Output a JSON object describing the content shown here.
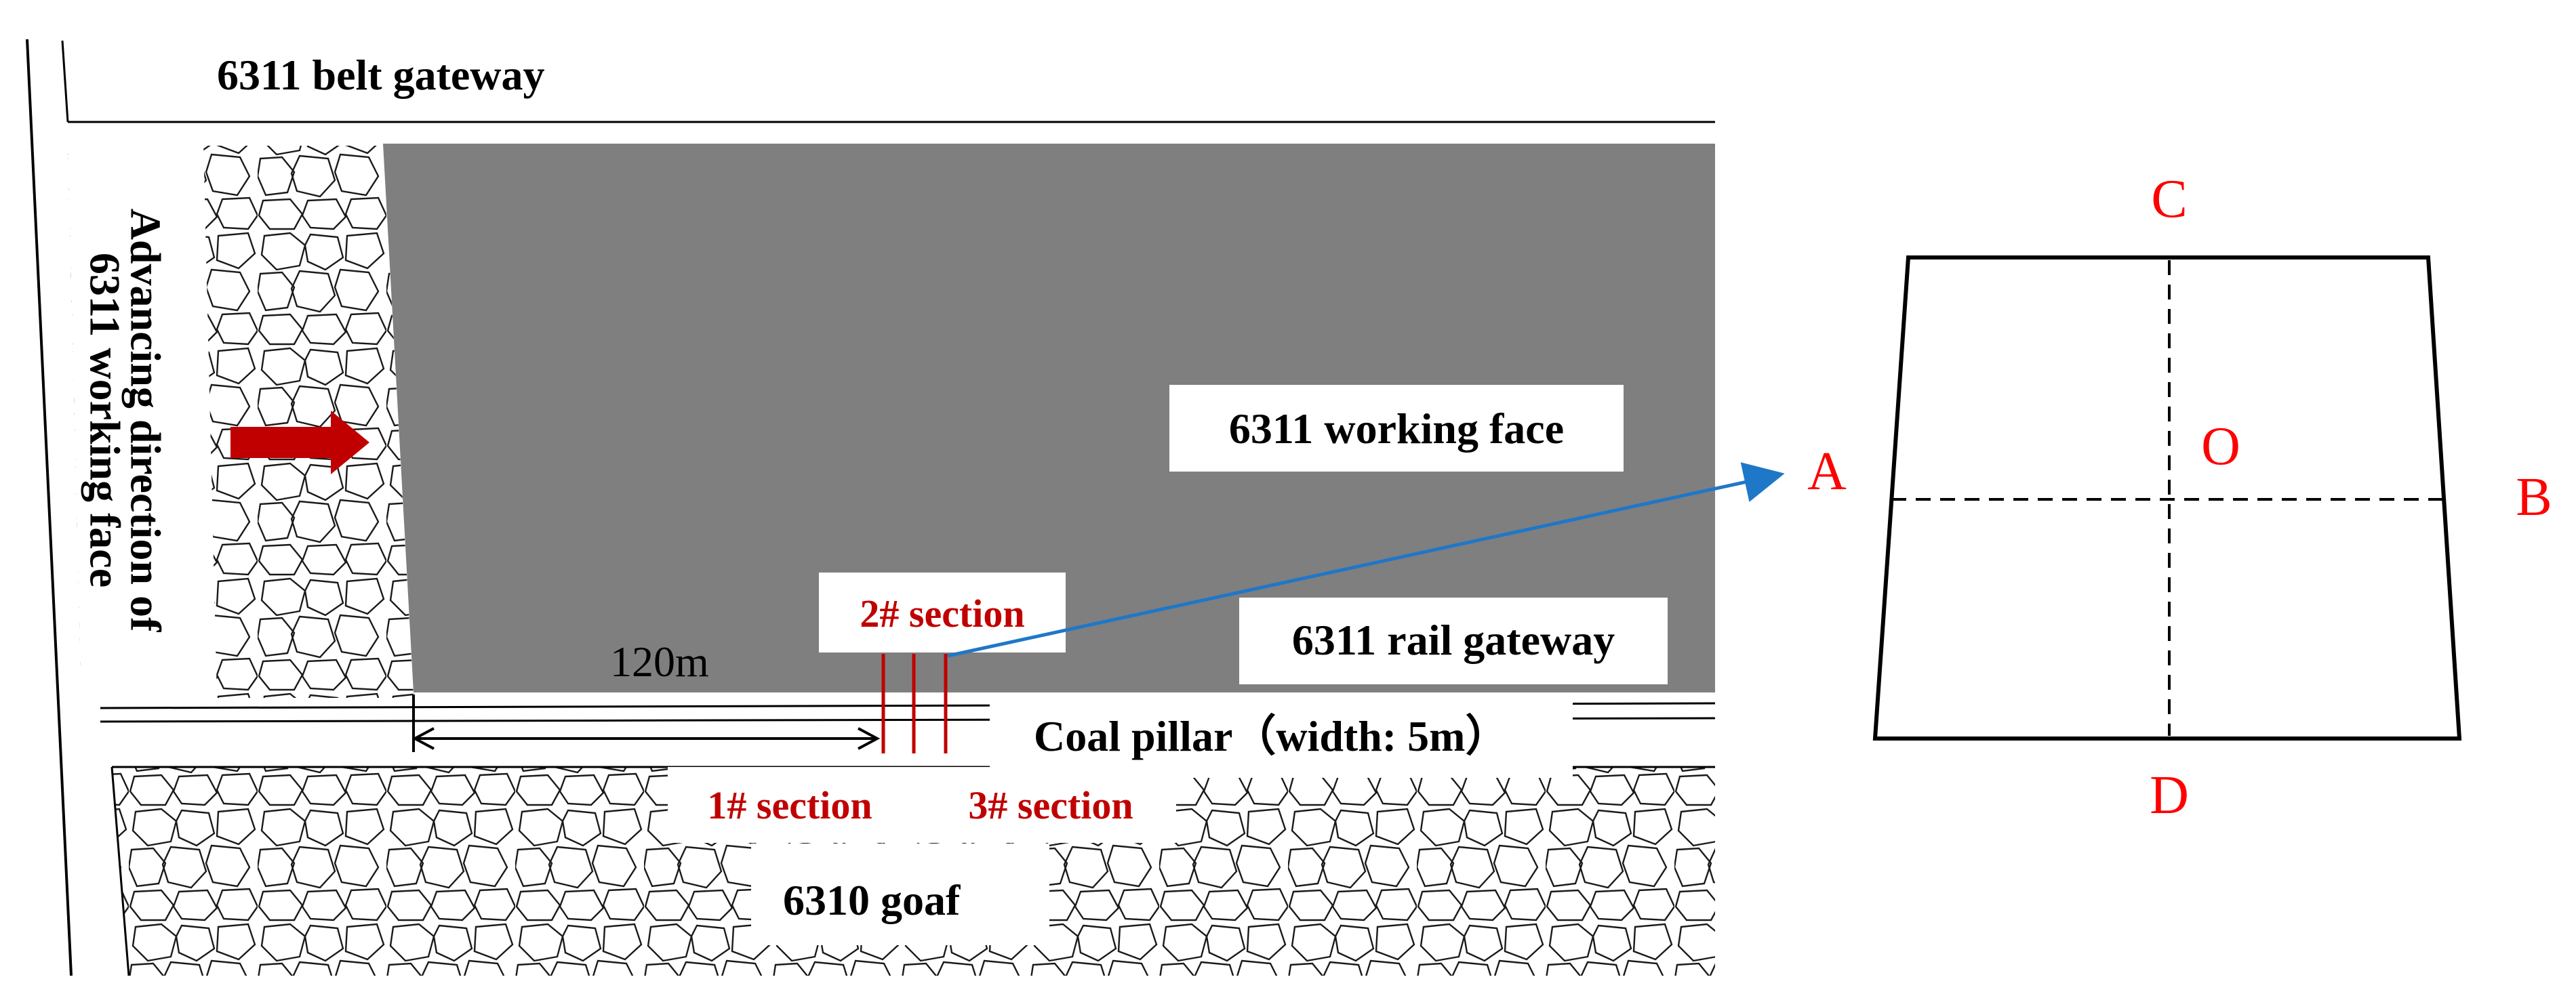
{
  "colors": {
    "face_fill": "#7f7f7f",
    "rock_line": "#1a1a1a",
    "arrow_red": "#c00000",
    "section_red": "#c00000",
    "leader_blue": "#1f77c8",
    "point_red": "#ff0000",
    "line_black": "#000000"
  },
  "labels": {
    "belt_gateway": "6311 belt gateway",
    "working_face": "6311 working face",
    "rail_gateway": "6311 rail gateway",
    "coal_pillar": "Coal pillar（width: 5m）",
    "goaf": "6310  goaf",
    "advancing_line1": "Advancing direction of",
    "advancing_line2": "6311 working face",
    "distance": "120m",
    "section1": "1# section",
    "section2": "2# section",
    "section3": "3# section"
  },
  "cross_section": {
    "point_a": "A",
    "point_b": "B",
    "point_c": "C",
    "point_d": "D",
    "point_o": "O"
  },
  "icons": {
    "advance_arrow": "right-arrow-icon",
    "leader_arrow": "arrow-icon"
  }
}
